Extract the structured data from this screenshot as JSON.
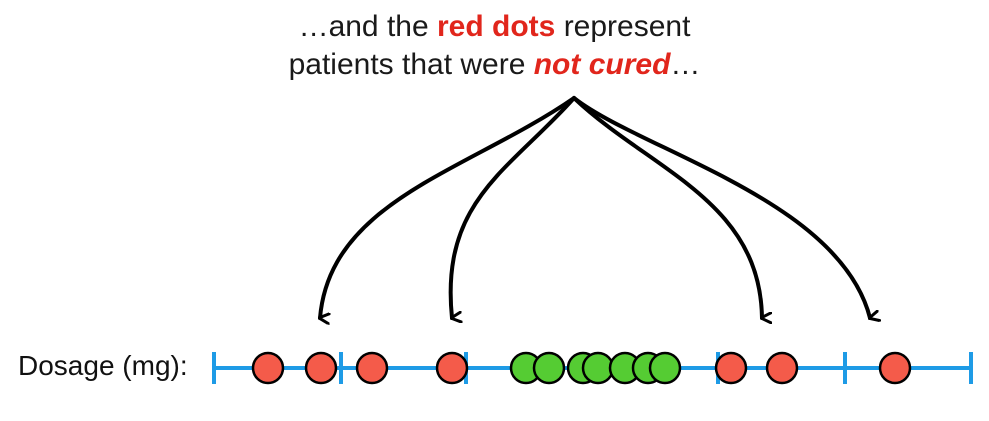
{
  "caption": {
    "line1_pre": "…and the ",
    "line1_highlight": "red dots",
    "line1_post": " represent",
    "line2_pre": "patients that were ",
    "line2_highlight": "not cured",
    "line2_post": "…"
  },
  "axis": {
    "label": "Dosage (mg):"
  },
  "colors": {
    "axis": "#1e9be6",
    "not_cured": "#f45b4a",
    "cured": "#55cc33",
    "highlight_text": "#e1261c",
    "arrow": "#000000"
  },
  "legend_meaning": {
    "red": "not cured",
    "green": "cured"
  },
  "dots": [
    {
      "status": "not_cured"
    },
    {
      "status": "not_cured"
    },
    {
      "status": "not_cured"
    },
    {
      "status": "not_cured"
    },
    {
      "status": "cured"
    },
    {
      "status": "cured"
    },
    {
      "status": "cured"
    },
    {
      "status": "cured"
    },
    {
      "status": "cured"
    },
    {
      "status": "cured"
    },
    {
      "status": "cured"
    },
    {
      "status": "not_cured"
    },
    {
      "status": "not_cured"
    },
    {
      "status": "not_cured"
    }
  ]
}
